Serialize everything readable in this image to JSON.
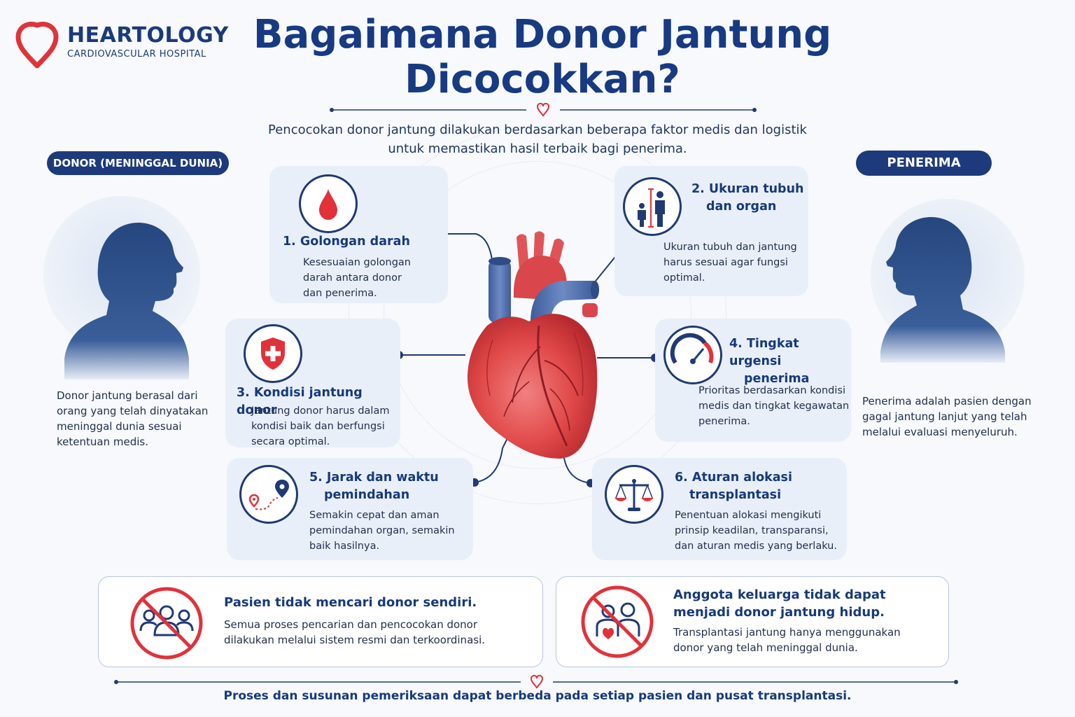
{
  "brand": {
    "name": "HEARTOLOGY",
    "tagline": "CARDIOVASCULAR HOSPITAL"
  },
  "title": {
    "line1": "Bagaimana Donor Jantung",
    "line2": "Dicocokkan?"
  },
  "subtitle": {
    "line1": "Pencocokan donor jantung dilakukan berdasarkan beberapa faktor medis dan logistik",
    "line2": "untuk memastikan hasil terbaik bagi penerima."
  },
  "donor": {
    "label": "DONOR (MENINGGAL DUNIA)",
    "lines": [
      "Donor jantung berasal dari",
      "orang yang telah dinyatakan",
      "meninggal dunia sesuai",
      "ketentuan medis."
    ]
  },
  "recipient": {
    "label": "PENERIMA",
    "lines": [
      "Penerima adalah pasien dengan",
      "gagal jantung lanjut yang telah",
      "melalui evaluasi menyeluruh."
    ]
  },
  "factors": [
    {
      "title_lines": [
        "1. Golongan darah"
      ],
      "desc_lines": [
        "Kesesuaian golongan",
        "darah antara donor",
        "dan penerima."
      ],
      "icon": "blood-drop-icon"
    },
    {
      "title_lines": [
        "2. Ukuran tubuh",
        "dan organ"
      ],
      "desc_lines": [
        "Ukuran tubuh dan jantung",
        "harus sesuai agar fungsi",
        "optimal."
      ],
      "icon": "body-size-icon"
    },
    {
      "title_lines": [
        "3. Kondisi jantung donor"
      ],
      "desc_lines": [
        "Jantung donor harus dalam",
        "kondisi baik dan berfungsi",
        "secara optimal."
      ],
      "icon": "medical-shield-icon"
    },
    {
      "title_lines": [
        "4. Tingkat urgensi",
        "penerima"
      ],
      "desc_lines": [
        "Prioritas berdasarkan kondisi",
        "medis dan tingkat kegawatan",
        "penerima."
      ],
      "icon": "gauge-icon"
    },
    {
      "title_lines": [
        "5. Jarak dan waktu",
        "pemindahan"
      ],
      "desc_lines": [
        "Semakin cepat dan aman",
        "pemindahan organ, semakin",
        "baik hasilnya."
      ],
      "icon": "route-pin-icon"
    },
    {
      "title_lines": [
        "6. Aturan alokasi",
        "transplantasi"
      ],
      "desc_lines": [
        "Penentuan alokasi mengikuti",
        "prinsip keadilan, transparansi,",
        "dan aturan medis yang berlaku."
      ],
      "icon": "scale-icon"
    }
  ],
  "notes": [
    {
      "title_lines": [
        "Pasien tidak mencari donor sendiri."
      ],
      "desc_lines": [
        "Semua proses pencarian dan pencocokan donor",
        "dilakukan melalui sistem resmi dan terkoordinasi."
      ],
      "icon": "no-group-search-icon"
    },
    {
      "title_lines": [
        "Anggota keluarga tidak dapat",
        "menjadi  donor jantung hidup."
      ],
      "desc_lines": [
        "Transplantasi jantung hanya menggunakan",
        "donor yang telah meninggal dunia."
      ],
      "icon": "no-family-donor-icon"
    }
  ],
  "footer": "Proses dan susunan pemeriksaan dapat berbeda pada setiap pasien dan pusat transplantasi.",
  "colors": {
    "navy": "#173a7a",
    "red": "#e1323a",
    "card": "#e9eff9"
  }
}
